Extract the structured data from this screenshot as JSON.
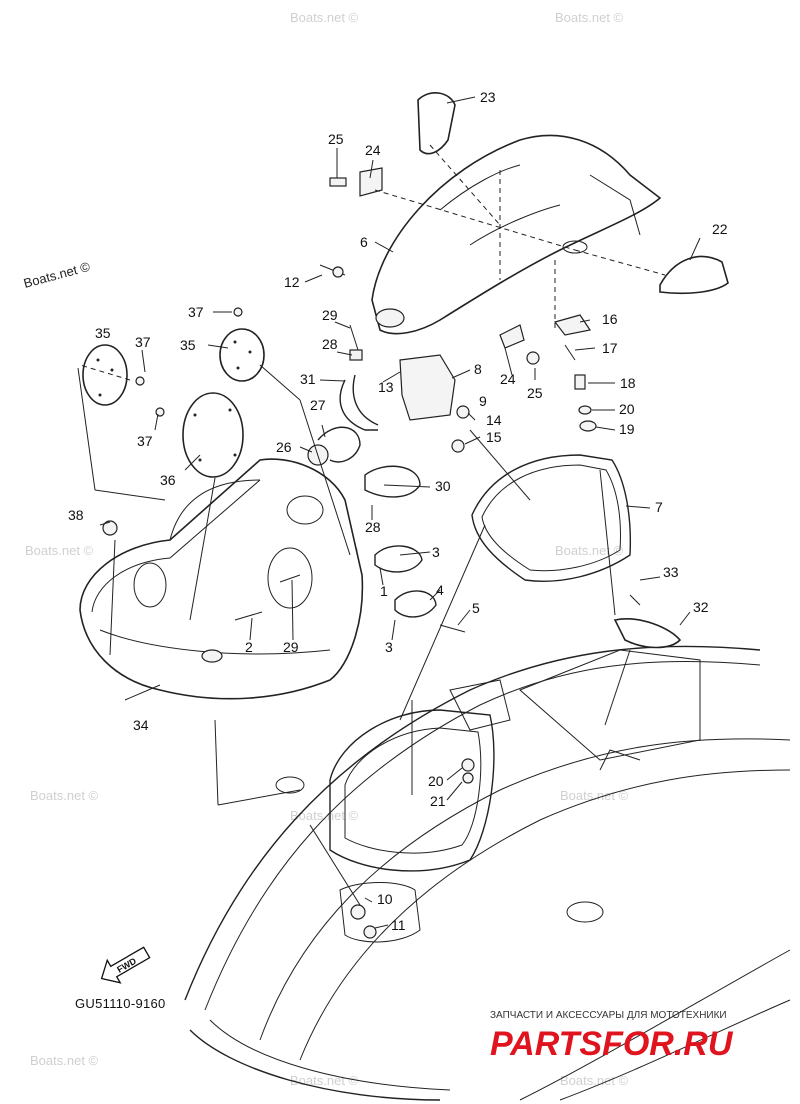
{
  "diagram": {
    "code": "GU51110-9160",
    "fwd_label": "FWD",
    "watermark": "Boats.net ©",
    "banner": {
      "top_text": "ЗАПЧАСТИ И АКСЕССУАРЫ ДЛЯ МОТОТЕХНИКИ",
      "main_text": "PARTSFOR.RU"
    },
    "parts": {
      "p1": "1",
      "p2": "2",
      "p3a": "3",
      "p3b": "3",
      "p4": "4",
      "p5": "5",
      "p6": "6",
      "p7": "7",
      "p8": "8",
      "p9": "9",
      "p10": "10",
      "p11": "11",
      "p12": "12",
      "p13": "13",
      "p14": "14",
      "p15": "15",
      "p16": "16",
      "p17": "17",
      "p18": "18",
      "p19": "19",
      "p20a": "20",
      "p20b": "20",
      "p21": "21",
      "p22": "22",
      "p23": "23",
      "p24a": "24",
      "p24b": "24",
      "p25a": "25",
      "p25b": "25",
      "p26": "26",
      "p27": "27",
      "p28a": "28",
      "p28b": "28",
      "p29a": "29",
      "p29b": "29",
      "p30": "30",
      "p31": "31",
      "p32": "32",
      "p33": "33",
      "p34": "34",
      "p35a": "35",
      "p35b": "35",
      "p36": "36",
      "p37a": "37",
      "p37b": "37",
      "p37c": "37",
      "p38": "38"
    }
  }
}
